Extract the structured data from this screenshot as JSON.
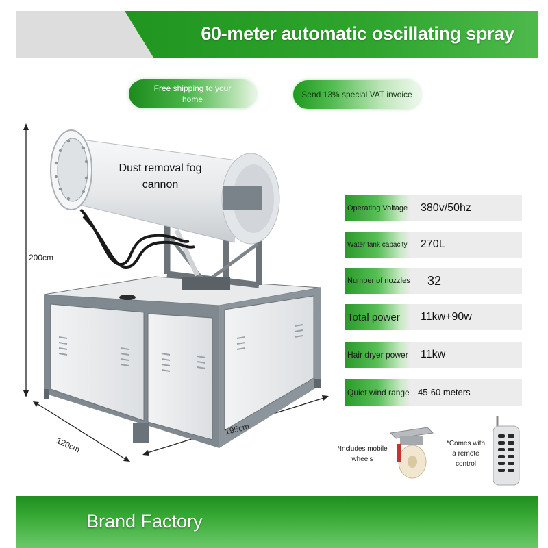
{
  "banner": {
    "title": "60-meter automatic oscillating spray"
  },
  "badges": {
    "shipping": "Free shipping to your home",
    "vat": "Send 13% special VAT invoice"
  },
  "product": {
    "label": "Dust removal fog cannon",
    "height": "200cm",
    "depth": "120cm",
    "width": "195cm"
  },
  "specs": [
    {
      "label": "Operating Voltage",
      "value": "380v/50hz"
    },
    {
      "label": "Water tank capacity",
      "value": "270L"
    },
    {
      "label": "Number of nozzles",
      "value": "32"
    },
    {
      "label": "Total power",
      "value": "11kw+90w"
    },
    {
      "label": "Hair dryer power",
      "value": "11kw"
    },
    {
      "label": "Quiet wind range",
      "value": "45-60 meters"
    }
  ],
  "accessories": {
    "wheels": "*Includes mobile wheels",
    "remote": "*Comes with a remote control"
  },
  "footer": {
    "brand": "Brand Factory"
  },
  "colors": {
    "green": "#2aa12a",
    "gray_banner": "#dcdcdc"
  }
}
